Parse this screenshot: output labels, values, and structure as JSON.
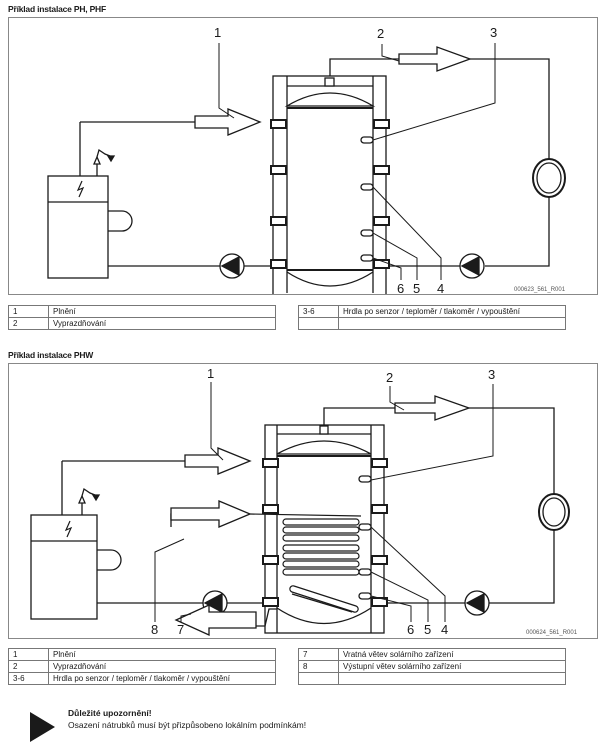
{
  "section1": {
    "heading": "Příklad instalace PH, PHF",
    "figure_code": "000623_561_R001",
    "callouts": [
      "1",
      "2",
      "3",
      "4",
      "5",
      "6"
    ],
    "legend_left": [
      {
        "num": "1",
        "text": "Plnění"
      },
      {
        "num": "2",
        "text": "Vyprazdňování"
      }
    ],
    "legend_right": [
      {
        "num": "3-6",
        "text": "Hrdla po senzor / teploměr / tlakoměr / vypouštění"
      },
      {
        "num": "",
        "text": ""
      }
    ]
  },
  "section2": {
    "heading": "Příklad instalace PHW",
    "figure_code": "000624_561_R001",
    "callouts": [
      "1",
      "2",
      "3",
      "4",
      "5",
      "6",
      "7",
      "8"
    ],
    "legend_left": [
      {
        "num": "1",
        "text": "Plnění"
      },
      {
        "num": "2",
        "text": "Vyprazdňování"
      },
      {
        "num": "3-6",
        "text": "Hrdla po senzor / teploměr / tlakoměr / vypouštění"
      }
    ],
    "legend_right": [
      {
        "num": "7",
        "text": "Vratná větev solárního zařízení"
      },
      {
        "num": "8",
        "text": "Výstupní větev solárního zařízení"
      },
      {
        "num": "",
        "text": ""
      }
    ]
  },
  "notice": {
    "icon": "warning-triangle-icon",
    "title": "Důležité upozornění!",
    "text": "Osazení nátrubků musí být přizpůsobeno lokálním podmínkám!"
  }
}
